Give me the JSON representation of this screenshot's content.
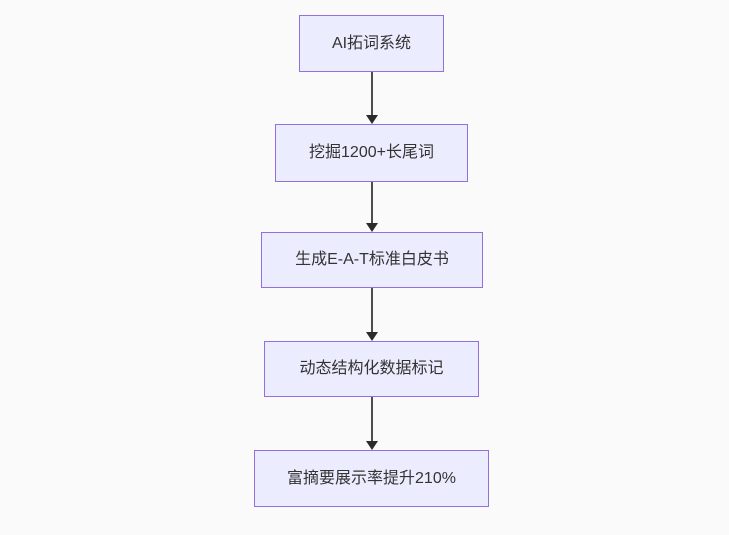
{
  "diagram": {
    "type": "flowchart",
    "direction": "top-down",
    "colors": {
      "background": "#fafafa",
      "node_fill": "#ececff",
      "node_border": "#9370db",
      "text": "#333333",
      "arrow_line": "#4d4d4d",
      "arrow_head": "#2b2b2b"
    },
    "nodes": [
      {
        "id": "A",
        "label": "AI拓词系统"
      },
      {
        "id": "B",
        "label": "挖掘1200+长尾词"
      },
      {
        "id": "C",
        "label": "生成E-A-T标准白皮书"
      },
      {
        "id": "D",
        "label": "动态结构化数据标记"
      },
      {
        "id": "E",
        "label": "富摘要展示率提升210%"
      }
    ],
    "edges": [
      {
        "from": "AI拓词系统",
        "to": "挖掘1200+长尾词"
      },
      {
        "from": "挖掘1200+长尾词",
        "to": "生成E-A-T标准白皮书"
      },
      {
        "from": "生成E-A-T标准白皮书",
        "to": "动态结构化数据标记"
      },
      {
        "from": "动态结构化数据标记",
        "to": "富摘要展示率提升210%"
      }
    ]
  }
}
